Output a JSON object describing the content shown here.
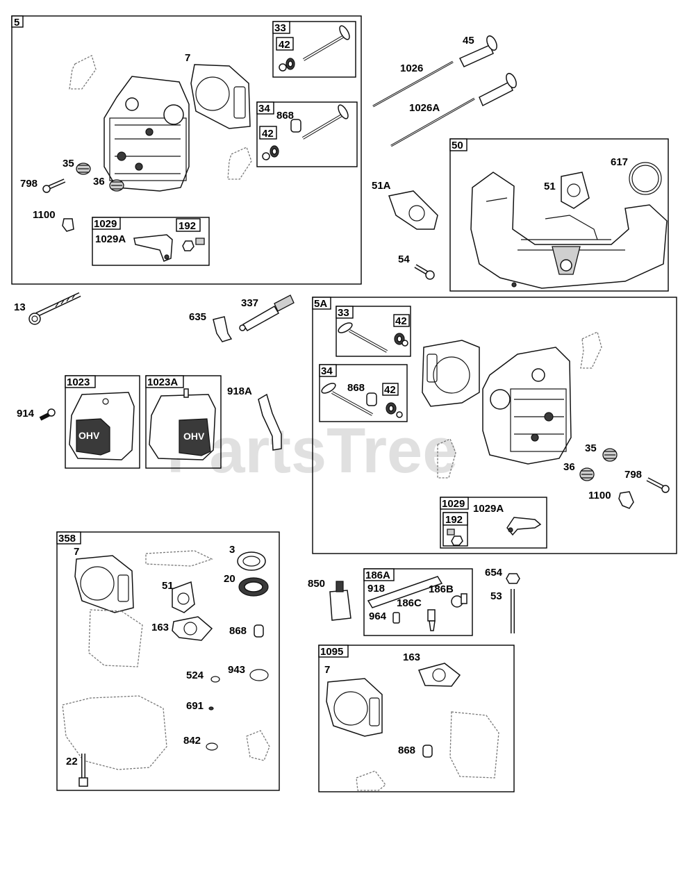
{
  "watermark": "PartsTree",
  "groups": {
    "g5": "5",
    "g33a": "33",
    "g42a": "42",
    "g34a": "34",
    "g42b": "42",
    "g1029a": "1029",
    "g192a": "192",
    "g50": "50",
    "g5A": "5A",
    "g33b": "33",
    "g42c": "42",
    "g34b": "34",
    "g42d": "42",
    "g1029b": "1029",
    "g192b": "192",
    "g1023": "1023",
    "g1023A": "1023A",
    "g358": "358",
    "g186A": "186A",
    "g1095": "1095"
  },
  "labels": {
    "l7a": "7",
    "l868a": "868",
    "l35a": "35",
    "l798a": "798",
    "l36a": "36",
    "l1100a": "1100",
    "l1029Aa": "1029A",
    "l45": "45",
    "l1026": "1026",
    "l1026A": "1026A",
    "l617": "617",
    "l51a": "51",
    "l51A": "51A",
    "l54": "54",
    "l13": "13",
    "l337": "337",
    "l635": "635",
    "l7b": "7",
    "l868b": "868",
    "l35b": "35",
    "l36b": "36",
    "l798b": "798",
    "l1100b": "1100",
    "l1029Ab": "1029A",
    "l914": "914",
    "l918A": "918A",
    "l7c": "7",
    "l3": "3",
    "l51c": "51",
    "l20": "20",
    "l163c": "163",
    "l868c": "868",
    "l524": "524",
    "l943": "943",
    "l691": "691",
    "l842": "842",
    "l22": "22",
    "l850": "850",
    "l918": "918",
    "l186B": "186B",
    "l186C": "186C",
    "l964": "964",
    "l654": "654",
    "l53": "53",
    "l163d": "163",
    "l7d": "7",
    "l868d": "868"
  },
  "valve_cover_text": "OHV",
  "colors": {
    "ink": "#000000",
    "part_fill": "#ffffff",
    "dark_part": "#3a3a3a",
    "gasket": "#777777",
    "watermark": "#c8c8c8"
  }
}
